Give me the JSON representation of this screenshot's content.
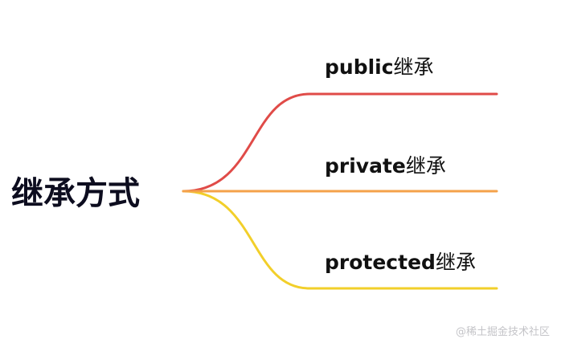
{
  "mindmap": {
    "root": {
      "label": "继承方式"
    },
    "children": [
      {
        "latin": "public",
        "han": "继承",
        "color": "#e04b48"
      },
      {
        "latin": "private",
        "han": "继承",
        "color": "#f4a24a"
      },
      {
        "latin": "protected",
        "han": "继承",
        "color": "#f2cf2a"
      }
    ]
  },
  "watermark": {
    "text": "@稀土掘金技术社区"
  }
}
